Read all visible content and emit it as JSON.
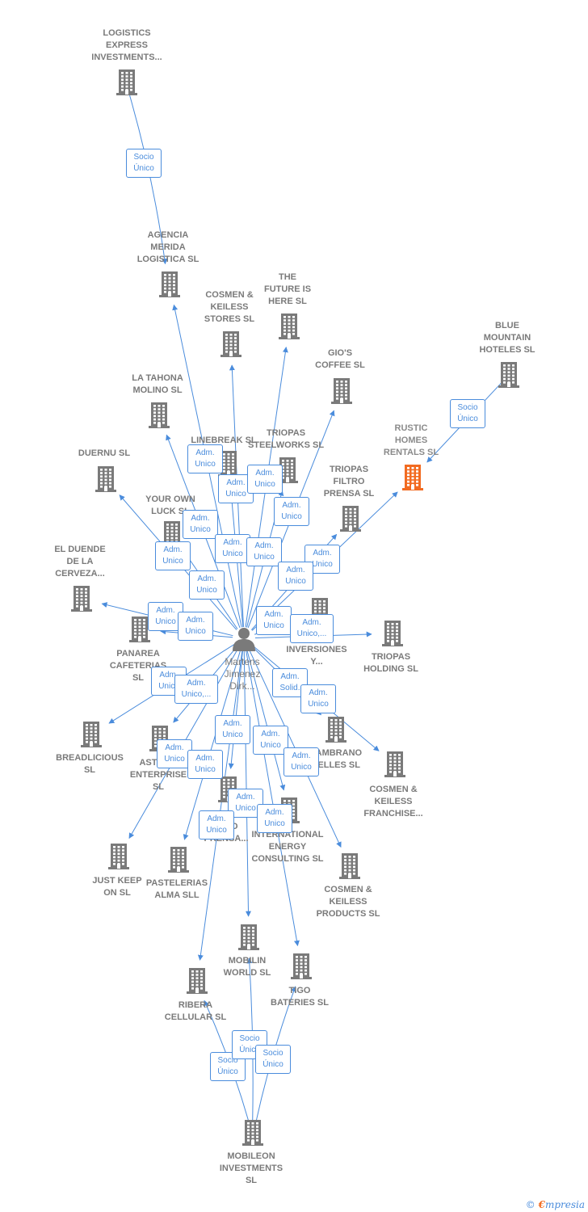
{
  "colors": {
    "node": "#7a7a7a",
    "highlight": "#f26b21",
    "edge": "#4a8cdc",
    "label": "#7a7a7a"
  },
  "center": {
    "id": "martens",
    "label": "Martens\nJimenez\nDirk..."
  },
  "nodes": [
    {
      "id": "logistics",
      "label": "LOGISTICS\nEXPRESS\nINVESTMENTS...",
      "highlight": false
    },
    {
      "id": "agencia",
      "label": "AGENCIA\nMERIDA\nLOGISTICA SL",
      "highlight": false
    },
    {
      "id": "cosmen_stores",
      "label": "COSMEN &\nKEILESS\nSTORES  SL",
      "highlight": false
    },
    {
      "id": "future",
      "label": "THE\nFUTURE IS\nHERE  SL",
      "highlight": false
    },
    {
      "id": "gios",
      "label": "GIO'S\nCOFFEE  SL",
      "highlight": false
    },
    {
      "id": "blue",
      "label": "BLUE\nMOUNTAIN\nHOTELES  SL",
      "highlight": false
    },
    {
      "id": "rustic",
      "label": "RUSTIC\nHOMES\nRENTALS  SL",
      "highlight": true
    },
    {
      "id": "tahona",
      "label": "LA TAHONA\nMOLINO  SL",
      "highlight": false
    },
    {
      "id": "linebreak",
      "label": "LINEBREAK  SL",
      "highlight": false
    },
    {
      "id": "triopas_steel",
      "label": "TRIOPAS\nSTEELWORKS SL",
      "highlight": false
    },
    {
      "id": "duernu",
      "label": "DUERNU SL",
      "highlight": false
    },
    {
      "id": "triopas_filtro",
      "label": "TRIOPAS\nFILTRO\nPRENSA SL",
      "highlight": false
    },
    {
      "id": "yourown",
      "label": "YOUR OWN\nLUCK  SL",
      "highlight": false
    },
    {
      "id": "duende",
      "label": "EL DUENDE\nDE LA\nCERVEZA...",
      "highlight": false
    },
    {
      "id": "inversiones",
      "label": "INVERSIONES\nY...",
      "highlight": false
    },
    {
      "id": "triopas_holding",
      "label": "TRIOPAS\nHOLDING SL",
      "highlight": false
    },
    {
      "id": "panarea",
      "label": "PANAREA\nCAFETERIAS\nSL",
      "highlight": false
    },
    {
      "id": "breadlicious",
      "label": "BREADLICIOUS\nSL",
      "highlight": false
    },
    {
      "id": "asturias",
      "label": "ASTUR...\nENTERPRISE\nSL",
      "highlight": false
    },
    {
      "id": "zambrano",
      "label": "ZAMBRANO\nPELLES  SL",
      "highlight": false
    },
    {
      "id": "cosmen_franchise",
      "label": "COSMEN &\nKEILESS\nFRANCHISE...",
      "highlight": false
    },
    {
      "id": "talo",
      "label": "TALO\nPRENSA...",
      "highlight": false
    },
    {
      "id": "international",
      "label": "INTERNATIONAL\nENERGY\nCONSULTING SL",
      "highlight": false
    },
    {
      "id": "justkeep",
      "label": "JUST KEEP\nON  SL",
      "highlight": false
    },
    {
      "id": "pastelerias",
      "label": "PASTELERIAS\nALMA SLL",
      "highlight": false
    },
    {
      "id": "cosmen_products",
      "label": "COSMEN &\nKEILESS\nPRODUCTS  SL",
      "highlight": false
    },
    {
      "id": "mobilin",
      "label": "MOBILIN\nWORLD  SL",
      "highlight": false
    },
    {
      "id": "tigo",
      "label": "TIGO\nBATERIES  SL",
      "highlight": false
    },
    {
      "id": "ribera",
      "label": "RIBERA\nCELLULAR  SL",
      "highlight": false
    },
    {
      "id": "mobileon",
      "label": "MOBILEON\nINVESTMENTS\nSL",
      "highlight": false
    }
  ],
  "edge_labels": {
    "socio_unico": "Socio\nÚnico",
    "adm_unico": "Adm.\nUnico",
    "adm_unico_ellipsis": "Adm.\nUnico,...",
    "adm_solid": "Adm.\nSolid."
  },
  "copyright": {
    "symbol": "©",
    "brand_e": "€",
    "brand_rest": "mpresia"
  }
}
